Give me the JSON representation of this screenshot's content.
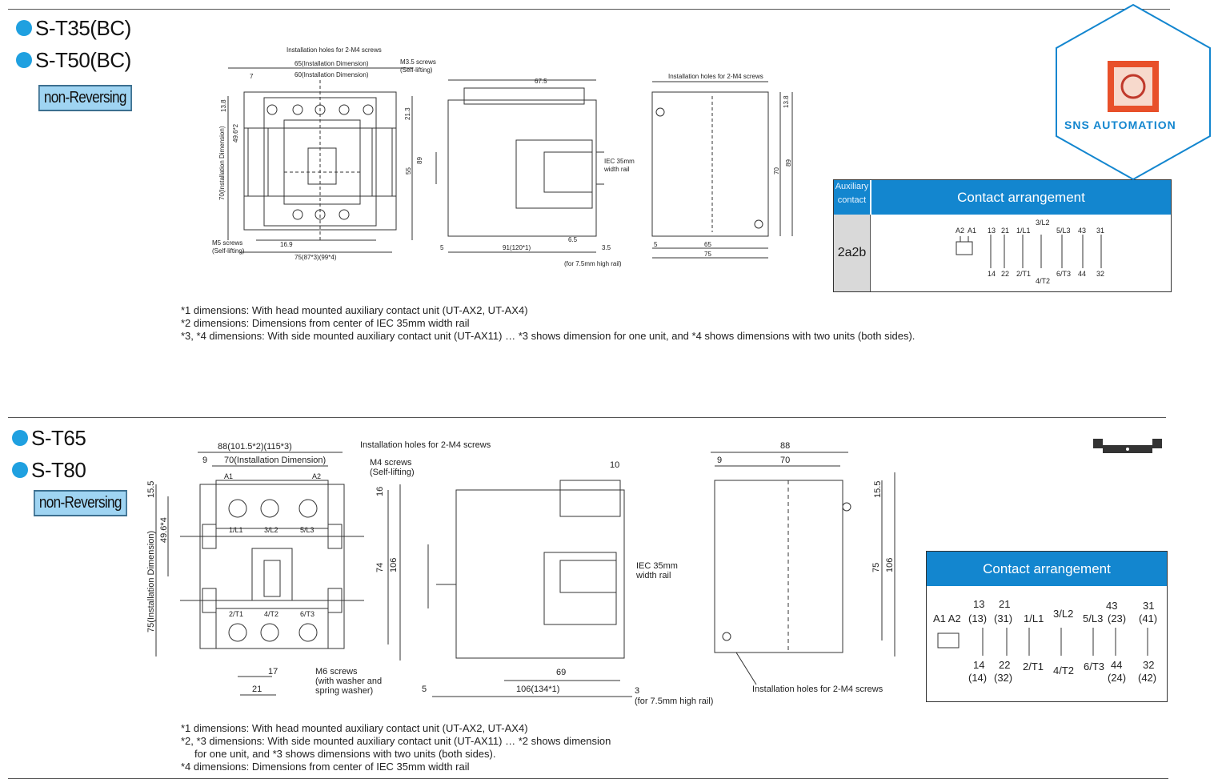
{
  "section1": {
    "models": [
      "S-T35(BC)",
      "S-T50(BC)"
    ],
    "badge": "non-Reversing",
    "front_labels": {
      "top_note": "Installation holes for 2-M4 screws",
      "dim_65": "65(Installation Dimension)",
      "dim_60": "60(Installation Dimension)",
      "m35": "M3.5 screws",
      "m35b": "(Self-lifting)",
      "dim_7": "7",
      "dim_138": "13.8",
      "dim_4962": "49.6*2",
      "dim_70": "70(Installation Dimension)",
      "dim_213": "21.3",
      "dim_55": "55",
      "dim_89": "89",
      "m5": "M5 screws",
      "m5b": "(Self-lifting)",
      "dim_169": "16.9",
      "dim_75": "75(87*3)(99*4)"
    },
    "side_labels": {
      "dim_675": "67.5",
      "rail": "IEC 35mm",
      "rail2": "width rail",
      "dim_65s": "6.5",
      "dim_5": "5",
      "dim_91": "91(120*1)",
      "dim_35": "3.5",
      "rail_note": "(for 7.5mm high rail)"
    },
    "back_labels": {
      "top_note": "Installation holes for 2-M4 screws",
      "dim_138": "13.8",
      "dim_70": "70",
      "dim_89": "89",
      "dim_5": "5",
      "dim_65": "65",
      "dim_75": "75"
    },
    "contact": {
      "aux_label_1": "Auxiliary",
      "aux_label_2": "contact",
      "title": "Contact arrangement",
      "code": "2a2b",
      "top_terms": [
        "A2",
        "A1",
        "13",
        "21",
        "1/L1",
        "3/L2",
        "5/L3",
        "43",
        "31"
      ],
      "bottom_terms": [
        "14",
        "22",
        "2/T1",
        "4/T2",
        "6/T3",
        "44",
        "32"
      ]
    },
    "notes": [
      "*1 dimensions: With head mounted auxiliary contact unit (UT-AX2, UT-AX4)",
      "*2 dimensions: Dimensions from center of IEC 35mm width rail",
      "*3, *4 dimensions: With side mounted auxiliary contact unit (UT-AX11) … *3 shows dimension for one unit, and *4 shows dimensions with two units (both sides)."
    ]
  },
  "section2": {
    "models": [
      "S-T65",
      "S-T80"
    ],
    "badge": "non-Reversing",
    "front_labels": {
      "dim_88": "88(101.5*2)(115*3)",
      "dim_9": "9",
      "dim_70": "70(Installation Dimension)",
      "holes": "Installation holes for 2-M4 screws",
      "m4": "M4 screws",
      "m4b": "(Self-lifting)",
      "a1": "A1",
      "a2": "A2",
      "t1l1": "1/L1",
      "t3l2": "3/L2",
      "t5l3": "5/L3",
      "t2t1": "2/T1",
      "t4t2": "4/T2",
      "t6t3": "6/T3",
      "dim_155": "15.5",
      "dim_4964": "49.6*4",
      "dim_75i": "75(Installation Dimension)",
      "dim_16": "16",
      "dim_74": "74",
      "dim_106": "106",
      "dim_17": "17",
      "dim_21": "21",
      "m6": "M6 screws",
      "m6b": "(with washer and",
      "m6c": "spring washer)"
    },
    "side_labels": {
      "dim_10": "10",
      "rail": "IEC 35mm",
      "rail2": "width rail",
      "dim_69": "69",
      "dim_5": "5",
      "dim_106": "106(134*1)",
      "dim_3": "3",
      "rail_note": "(for 7.5mm high rail)"
    },
    "back_labels": {
      "dim_88": "88",
      "dim_9": "9",
      "dim_70": "70",
      "dim_155": "15.5",
      "dim_75": "75",
      "dim_106": "106",
      "holes": "Installation holes for 2-M4 screws"
    },
    "contact": {
      "title": "Contact arrangement",
      "top_row1": [
        "13",
        "21",
        "43",
        "31"
      ],
      "top_row2": [
        "A1 A2",
        "(13)",
        "(31)",
        "1/L1",
        "3/L2",
        "5/L3",
        "(23)",
        "(41)"
      ],
      "bottom_row1": [
        "14",
        "22",
        "2/T1",
        "4/T2",
        "6/T3",
        "44",
        "32"
      ],
      "bottom_row2": [
        "(14)",
        "(32)",
        "(24)",
        "(42)"
      ]
    },
    "notes": [
      "*1 dimensions: With head mounted auxiliary contact unit (UT-AX2, UT-AX4)",
      "*2, *3 dimensions: With side mounted auxiliary contact unit (UT-AX11) … *2 shows dimension",
      "for one unit, and *3 shows dimensions with two units (both sides).",
      "*4 dimensions: Dimensions from center of IEC 35mm width rail"
    ]
  },
  "logo": {
    "text": "SNS AUTOMATION"
  },
  "colors": {
    "accent": "#1fa0e0",
    "header_blue": "#1386cf",
    "badge_bg": "#9fd4f2"
  }
}
